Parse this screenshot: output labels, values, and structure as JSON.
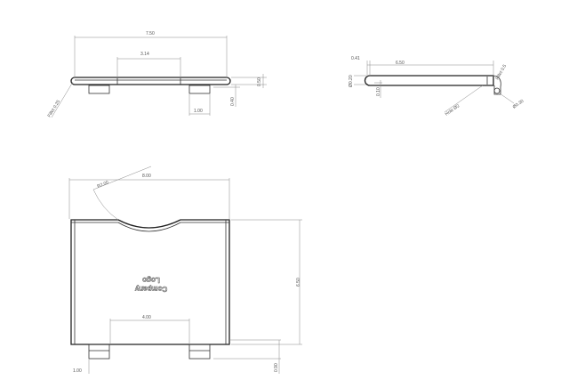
{
  "front_view": {
    "width": "7.50",
    "middle": "3.14",
    "height": "0.50",
    "tab_height": "0.40",
    "tab_width": "1.00",
    "fillet": "Fillet 0.25"
  },
  "side_view": {
    "offset": "0.41",
    "length": "6.50",
    "tip_dia": "Ø0.20",
    "step": "0.10",
    "fillet": "Fillet 0.5",
    "hole": "Hole Ø2",
    "hinge_dia": "Ø0.30"
  },
  "top_view": {
    "radius": "R2.00",
    "width": "8.00",
    "height": "6.50",
    "tab_spacing": "4.00",
    "tab_width": "1.00",
    "tab_depth": "0.90",
    "logo_line1": "Logo",
    "logo_line2": "Company"
  }
}
